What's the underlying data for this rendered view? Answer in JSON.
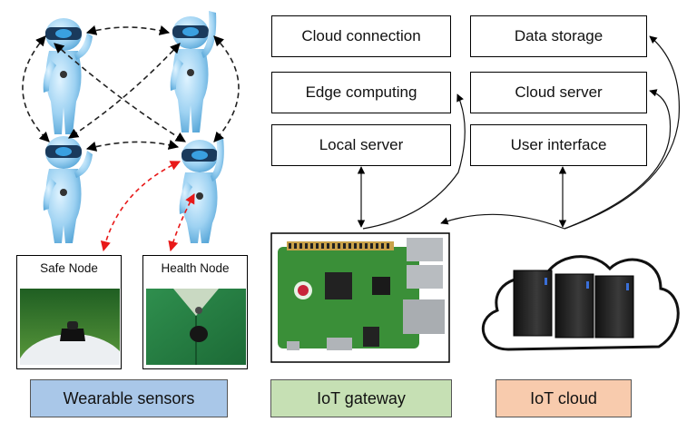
{
  "cloud_boxes": {
    "cloud_connection": "Cloud connection",
    "edge_computing": "Edge computing",
    "local_server": "Local server",
    "data_storage": "Data storage",
    "cloud_server": "Cloud server",
    "user_interface": "User interface"
  },
  "nodes": {
    "safe_node": "Safe Node",
    "health_node": "Health Node"
  },
  "categories": {
    "wearable": {
      "label": "Wearable sensors",
      "color": "#a9c7e8"
    },
    "gateway": {
      "label": "IoT gateway",
      "color": "#c6e0b4"
    },
    "cloud": {
      "label": "IoT cloud",
      "color": "#f8cbad"
    }
  }
}
